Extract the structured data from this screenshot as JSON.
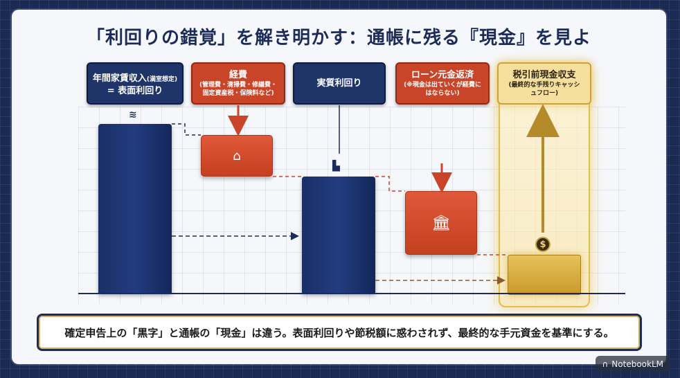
{
  "title": "「利回りの錯覚」を解き明かす：通帳に残る『現金』を見よ",
  "labels": {
    "annual_rent": {
      "main": "年間家賃収入",
      "sub": "(満室想定)",
      "line2": "= 表面利回り"
    },
    "expenses": {
      "main": "経費",
      "sub": "(管理費・清掃費・修繕費・固定資産税・保険料など)"
    },
    "real_yield": {
      "main": "実質利回り"
    },
    "loan_repayment": {
      "main": "ローン元金返済",
      "sub": "(※現金は出ていくが経費にはならない)"
    },
    "pretax_cash": {
      "main": "税引前現金収支",
      "sub": "(最終的な手残りキャッシュフロー)"
    }
  },
  "icons": {
    "coins": "coins-icon",
    "house_money": "house-money-icon",
    "building": "building-icon",
    "bank": "bank-icon",
    "dollar": "dollar-coin-icon"
  },
  "coin_symbol": "$",
  "note": "確定申告上の「黒字」と通帳の「現金」は違う。表面利回りや節税額に惑わされず、最終的な手元資金を基準にする。",
  "badge": "NotebookLM",
  "colors": {
    "navy": "#1f3468",
    "orange": "#c9452a",
    "gold": "#e2bd4e",
    "background": "#1b2a55"
  }
}
